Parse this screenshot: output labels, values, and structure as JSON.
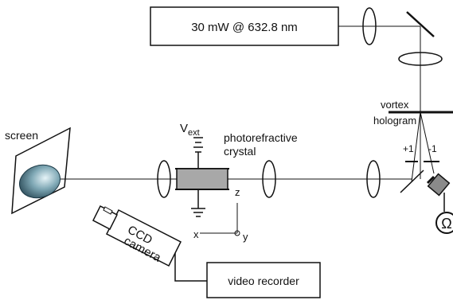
{
  "laser": {
    "label": "30 mW @ 632.8 nm"
  },
  "screen": {
    "label": "screen"
  },
  "voltage": {
    "label": "V",
    "subscript": "ext"
  },
  "crystal": {
    "label_line1": "photorefractive",
    "label_line2": "crystal"
  },
  "hologram": {
    "label_line1": "vortex",
    "label_line2": "hologram"
  },
  "orders": {
    "plus": "+1",
    "minus": "-1"
  },
  "camera": {
    "label_line1": "CCD",
    "label_line2": "camera"
  },
  "recorder": {
    "label": "video recorder"
  },
  "axes": {
    "x": "x",
    "y": "y",
    "z": "z"
  },
  "ohm": {
    "symbol": "Ω"
  },
  "colors": {
    "line": "#111111",
    "crystal_fill": "#a8a8a8",
    "detector_fill": "#8a8a8a",
    "spot_dark": "#1f3d4a",
    "spot_light": "#e6f4f8"
  }
}
